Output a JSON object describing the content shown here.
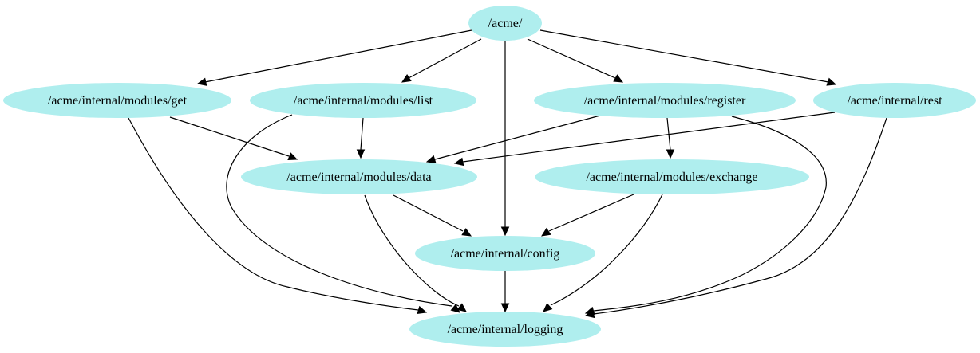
{
  "colors": {
    "node_fill": "#afeeee",
    "edge": "#000000",
    "text": "#000000",
    "background": "#ffffff"
  },
  "nodes": {
    "acme": "/acme/",
    "get": "/acme/internal/modules/get",
    "list": "/acme/internal/modules/list",
    "register": "/acme/internal/modules/register",
    "rest": "/acme/internal/rest",
    "data": "/acme/internal/modules/data",
    "exchange": "/acme/internal/modules/exchange",
    "config": "/acme/internal/config",
    "logging": "/acme/internal/logging"
  },
  "edges": [
    {
      "from": "acme",
      "to": "get"
    },
    {
      "from": "acme",
      "to": "list"
    },
    {
      "from": "acme",
      "to": "register"
    },
    {
      "from": "acme",
      "to": "rest"
    },
    {
      "from": "acme",
      "to": "config"
    },
    {
      "from": "get",
      "to": "data"
    },
    {
      "from": "get",
      "to": "logging"
    },
    {
      "from": "list",
      "to": "data"
    },
    {
      "from": "list",
      "to": "logging"
    },
    {
      "from": "register",
      "to": "data"
    },
    {
      "from": "register",
      "to": "exchange"
    },
    {
      "from": "register",
      "to": "logging"
    },
    {
      "from": "rest",
      "to": "data"
    },
    {
      "from": "rest",
      "to": "logging"
    },
    {
      "from": "data",
      "to": "config"
    },
    {
      "from": "data",
      "to": "logging"
    },
    {
      "from": "exchange",
      "to": "config"
    },
    {
      "from": "exchange",
      "to": "logging"
    },
    {
      "from": "config",
      "to": "logging"
    }
  ]
}
